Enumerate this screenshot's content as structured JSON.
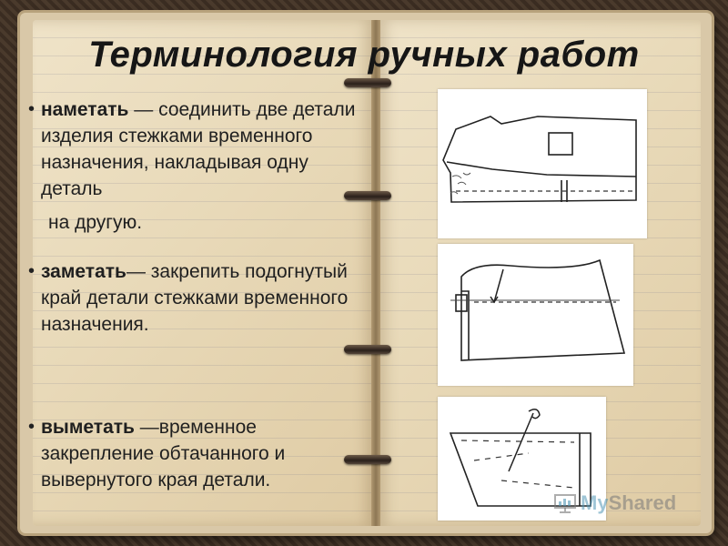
{
  "title": "Терминология ручных работ",
  "terms": [
    {
      "word": "наметать",
      "definition": " — соединить две детали изделия  стежками временного назначения, накладывая одну деталь",
      "tail": "на другую."
    },
    {
      "word": "заметать",
      "definition": "— закрепить подогнутый край детали стежками временного назначения.",
      "tail": ""
    },
    {
      "word": "выметать",
      "definition": " —временное закрепление обтачанного и вывернутого края детали.",
      "tail": ""
    }
  ],
  "bullet": "•",
  "watermark": {
    "prefix": "My",
    "suffix": "Shared"
  }
}
